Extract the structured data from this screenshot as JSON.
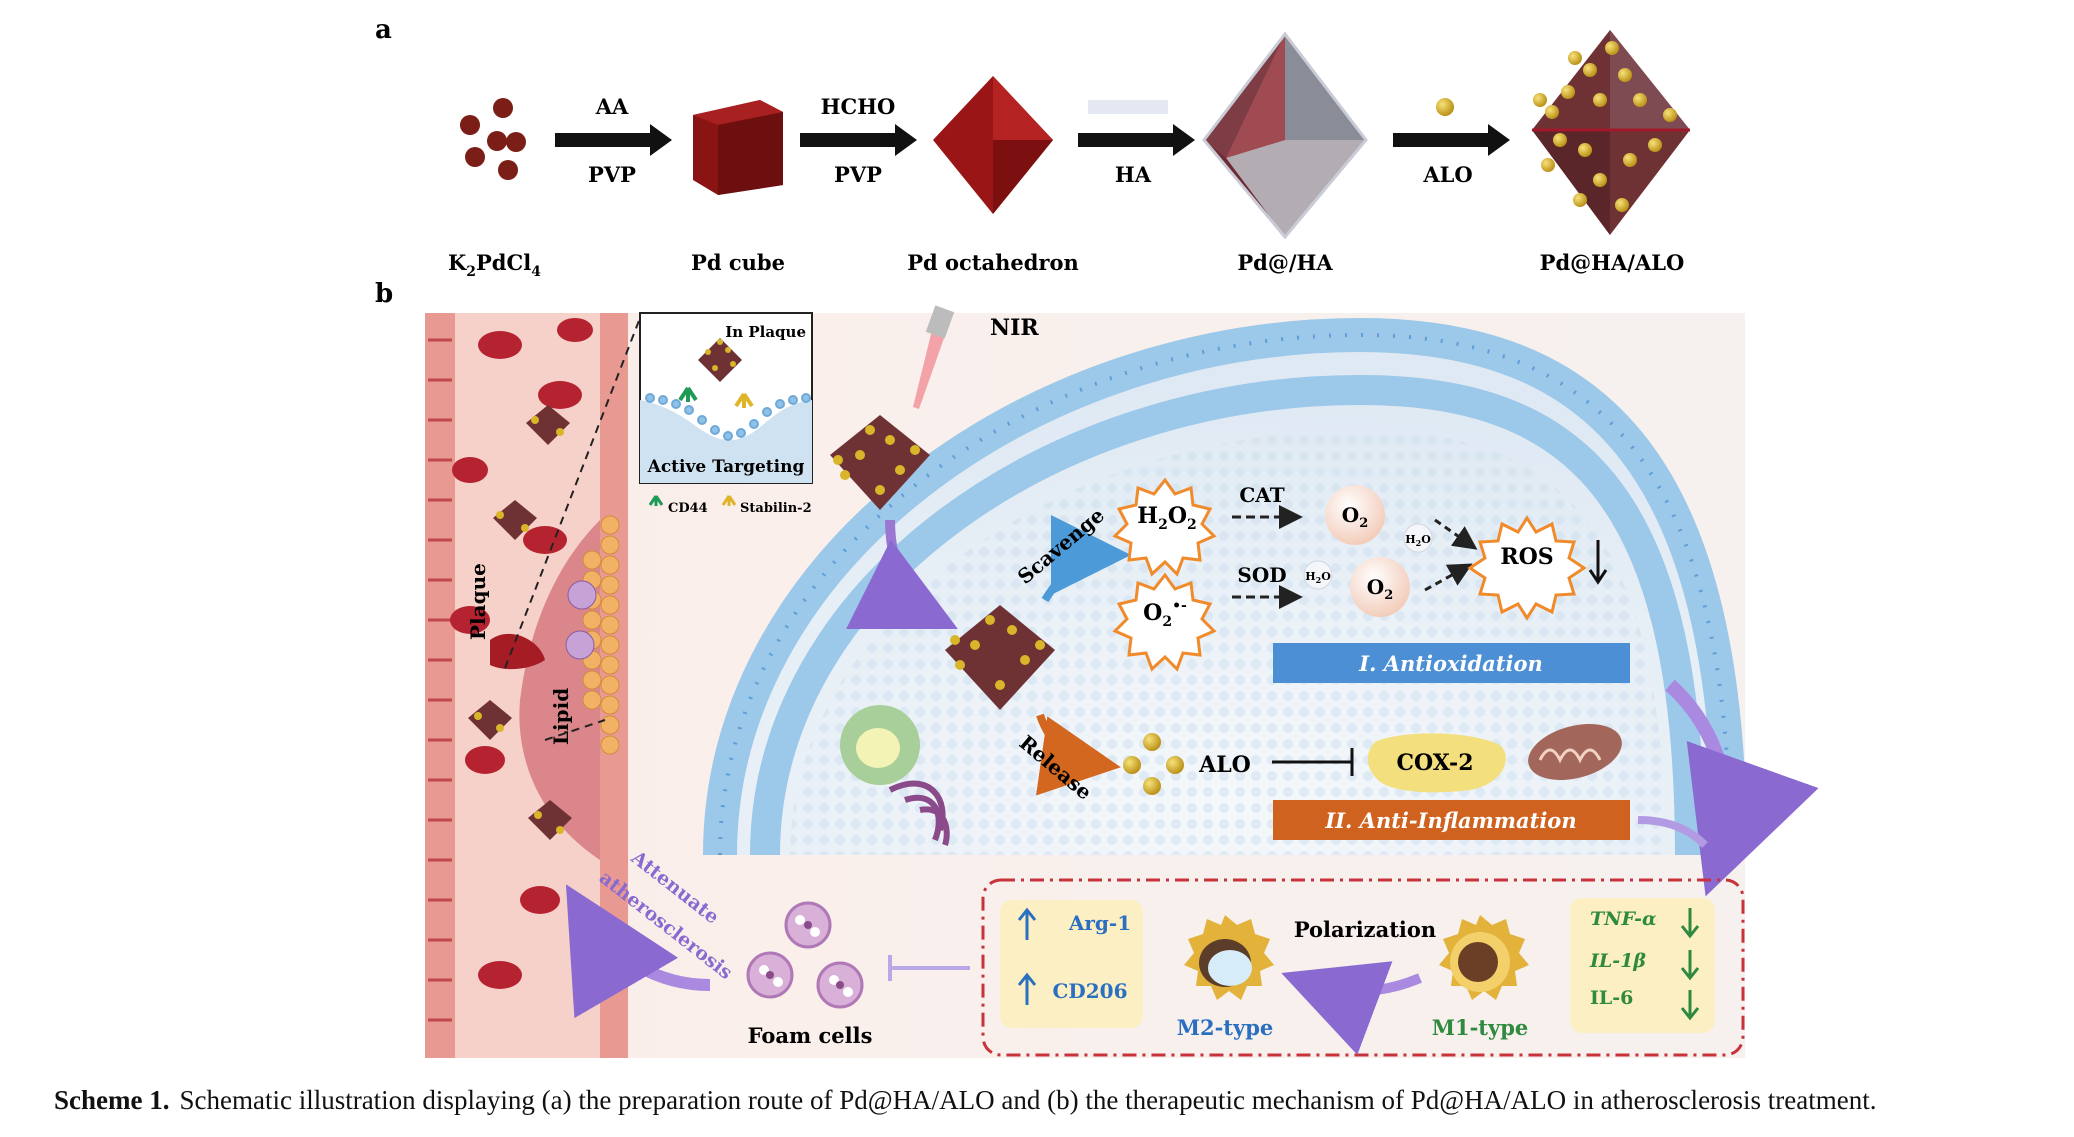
{
  "panel_a": {
    "label": "a",
    "steps": [
      {
        "top": "AA",
        "bottom": "PVP"
      },
      {
        "top": "HCHO",
        "bottom": "PVP"
      },
      {
        "top": "",
        "bottom": "HA"
      },
      {
        "top": "",
        "bottom": "ALO"
      }
    ],
    "species": {
      "k2pdcl4_main": "K",
      "k2pdcl4_sub1": "2",
      "k2pdcl4_mid": "PdCl",
      "k2pdcl4_sub2": "4",
      "cube": "Pd cube",
      "octahedron": "Pd octahedron",
      "pd_ha": "Pd@/HA",
      "pd_ha_alo": "Pd@HA/ALO"
    }
  },
  "panel_b": {
    "label": "b",
    "nir": "NIR",
    "inset": {
      "title": "In Plaque",
      "subtitle": "Active Targeting",
      "legend_cd44": "CD44",
      "legend_stabilin": "Stabilin-2"
    },
    "vessel": {
      "plaque": "Plaque",
      "lipid": "Lipid"
    },
    "scavenge": "Scavenge",
    "release": "Release",
    "cat": "CAT",
    "sod": "SOD",
    "h2o2_main": "H",
    "h2o2_sub1": "2",
    "h2o2_mid": "O",
    "h2o2_sub2": "2",
    "o2_main": "O",
    "o2_sub": "2",
    "o2_sup": "•-",
    "o2_product": "O",
    "o2_product_sub": "2",
    "h2o": "H",
    "h2o_sub": "2",
    "h2o_end": "O",
    "ros": "ROS",
    "antioxidation": "I.  Antioxidation",
    "alo": "ALO",
    "cox2": "COX-2",
    "anti_inflammation": "II.  Anti-Inflammation",
    "polarization": "Polarization",
    "m1": "M1-type",
    "m2": "M2-type",
    "m2_markers": [
      "Arg-1",
      "CD206"
    ],
    "m1_markers": [
      "TNF-α",
      "IL-1β",
      "IL-6"
    ],
    "foam": "Foam cells",
    "attenuate_1": "Attenuate",
    "attenuate_2": "atherosclerosis"
  },
  "caption": {
    "label": "Scheme 1.",
    "text": "Schematic illustration displaying (a) the preparation route of Pd@HA/ALO and (b) the therapeutic mechanism of Pd@HA/ALO in atherosclerosis treatment."
  },
  "colors": {
    "pd": "#8b1a1a",
    "membrane": "#9cc8ea",
    "arrow": "#111111",
    "gold": "#d9b52a",
    "ros_ring": "#f08a2a",
    "antiox_bar": "#4d8fd4",
    "inflam_bar": "#d0621f",
    "marker_text": "#2f8a3f",
    "blue_text": "#2a6fc0",
    "vessel": "#c94a4a"
  }
}
